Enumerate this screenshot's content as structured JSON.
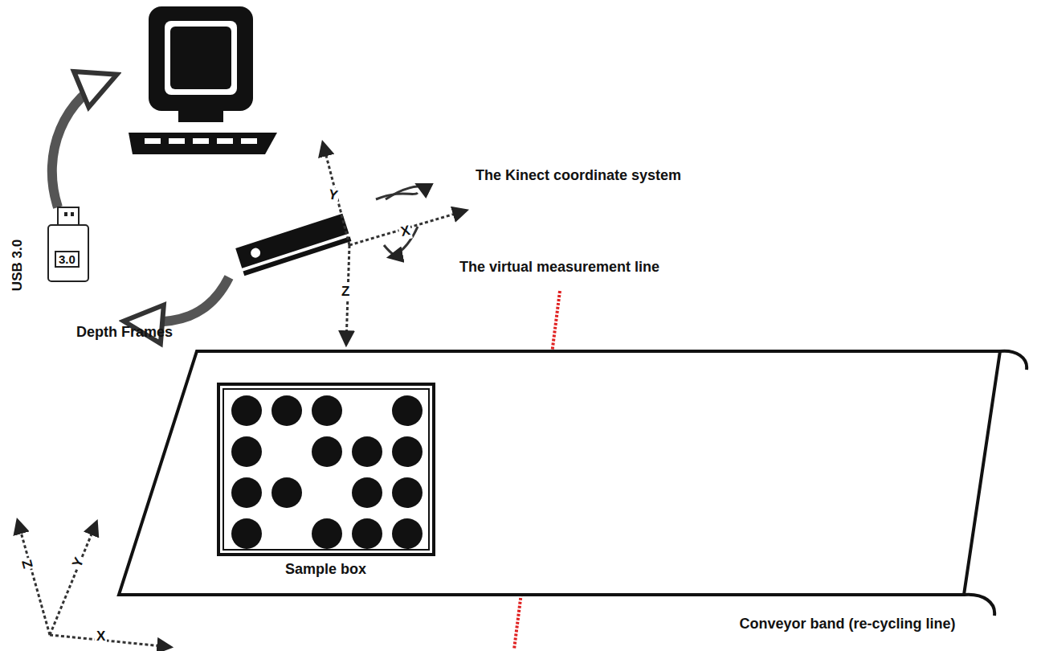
{
  "diagram": {
    "nodes": [
      {
        "text": [
          "Conveyor band (re-cycling line)"
        ]
      },
      {
        "text": [
          "Sample box"
        ],
        "in": 0
      },
      {
        "text": [
          "3.0"
        ]
      }
    ],
    "labels": [
      "USB 3.0",
      "Depth Frames",
      "The Kinect coordinate system",
      "Y",
      "X",
      "Z",
      "The virtual measurement line",
      "Z",
      "Y",
      "X"
    ]
  }
}
